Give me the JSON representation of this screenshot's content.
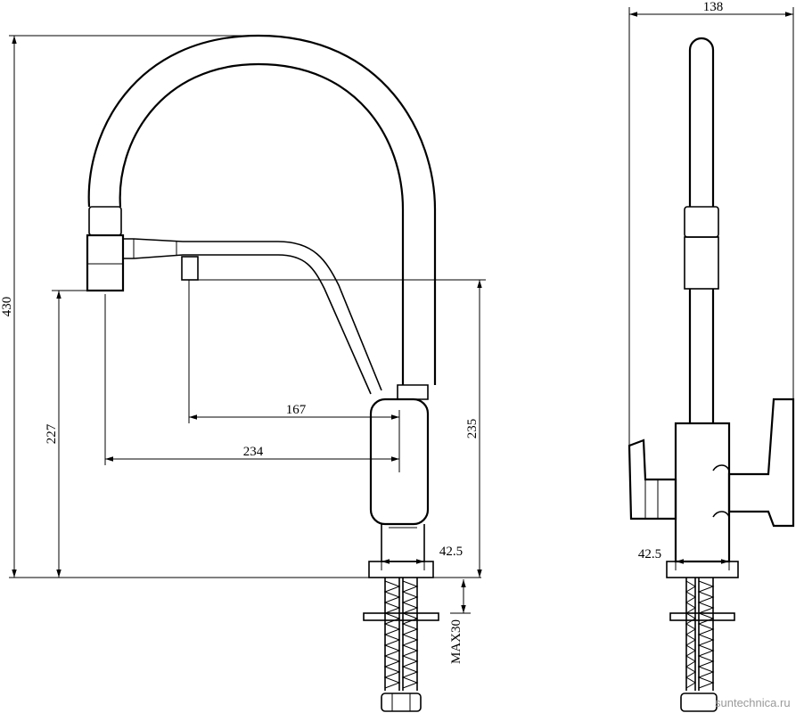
{
  "dimensions": {
    "total_height": "430",
    "spout_height_right": "235",
    "spout_height_left": "227",
    "reach_aux": "167",
    "reach_main": "234",
    "base_dia_front": "42.5",
    "base_dia_side": "42.5",
    "side_width": "138",
    "max_thickness": "MAX30"
  },
  "watermark": "suntechnica.ru"
}
